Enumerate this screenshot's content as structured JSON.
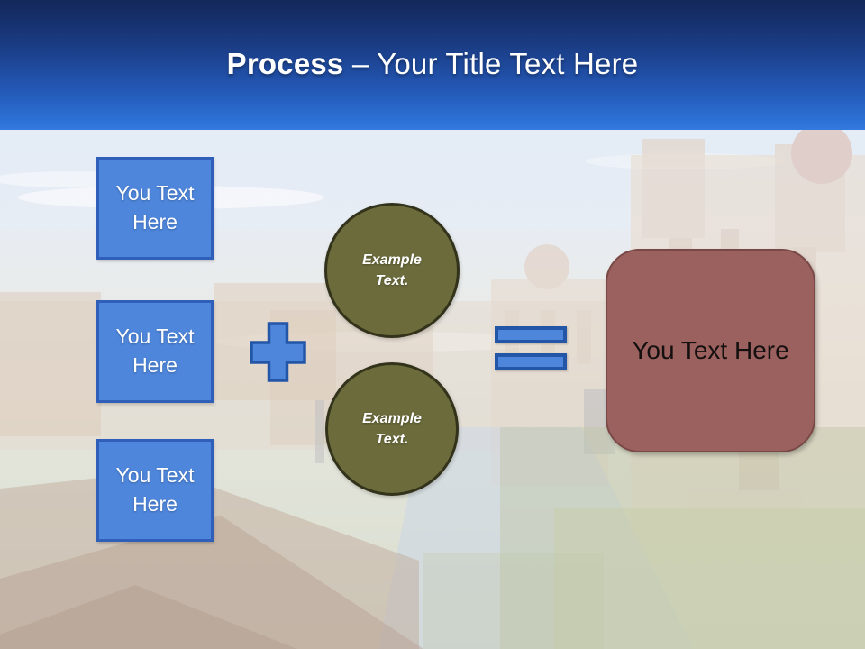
{
  "slide": {
    "title_bold": "Process",
    "title_rest": " – Your Title Text Here"
  },
  "left_boxes": {
    "items": [
      {
        "label": "You Text Here"
      },
      {
        "label": "You Text Here"
      },
      {
        "label": "You Text Here"
      }
    ]
  },
  "operators": {
    "plus_icon": "plus-shape",
    "equals_icon": "equals-shape"
  },
  "circles": {
    "items": [
      {
        "label": "Example Text."
      },
      {
        "label": "Example Text."
      }
    ]
  },
  "result_box": {
    "label": "You Text Here"
  },
  "background": {
    "description": "faded photo of baroque town square with cathedral"
  },
  "colors": {
    "header_top": "#13275a",
    "header_bottom": "#2e74da",
    "accent_blue_fill": "#4e86db",
    "accent_blue_border": "#2f5fb8",
    "olive_fill": "#6b6b3c",
    "olive_border": "#33331b",
    "maroon_fill": "#9a615e",
    "maroon_border": "#7a4947",
    "title_text": "#ffffff",
    "box_text": "#ffffff",
    "result_text": "#151010"
  }
}
